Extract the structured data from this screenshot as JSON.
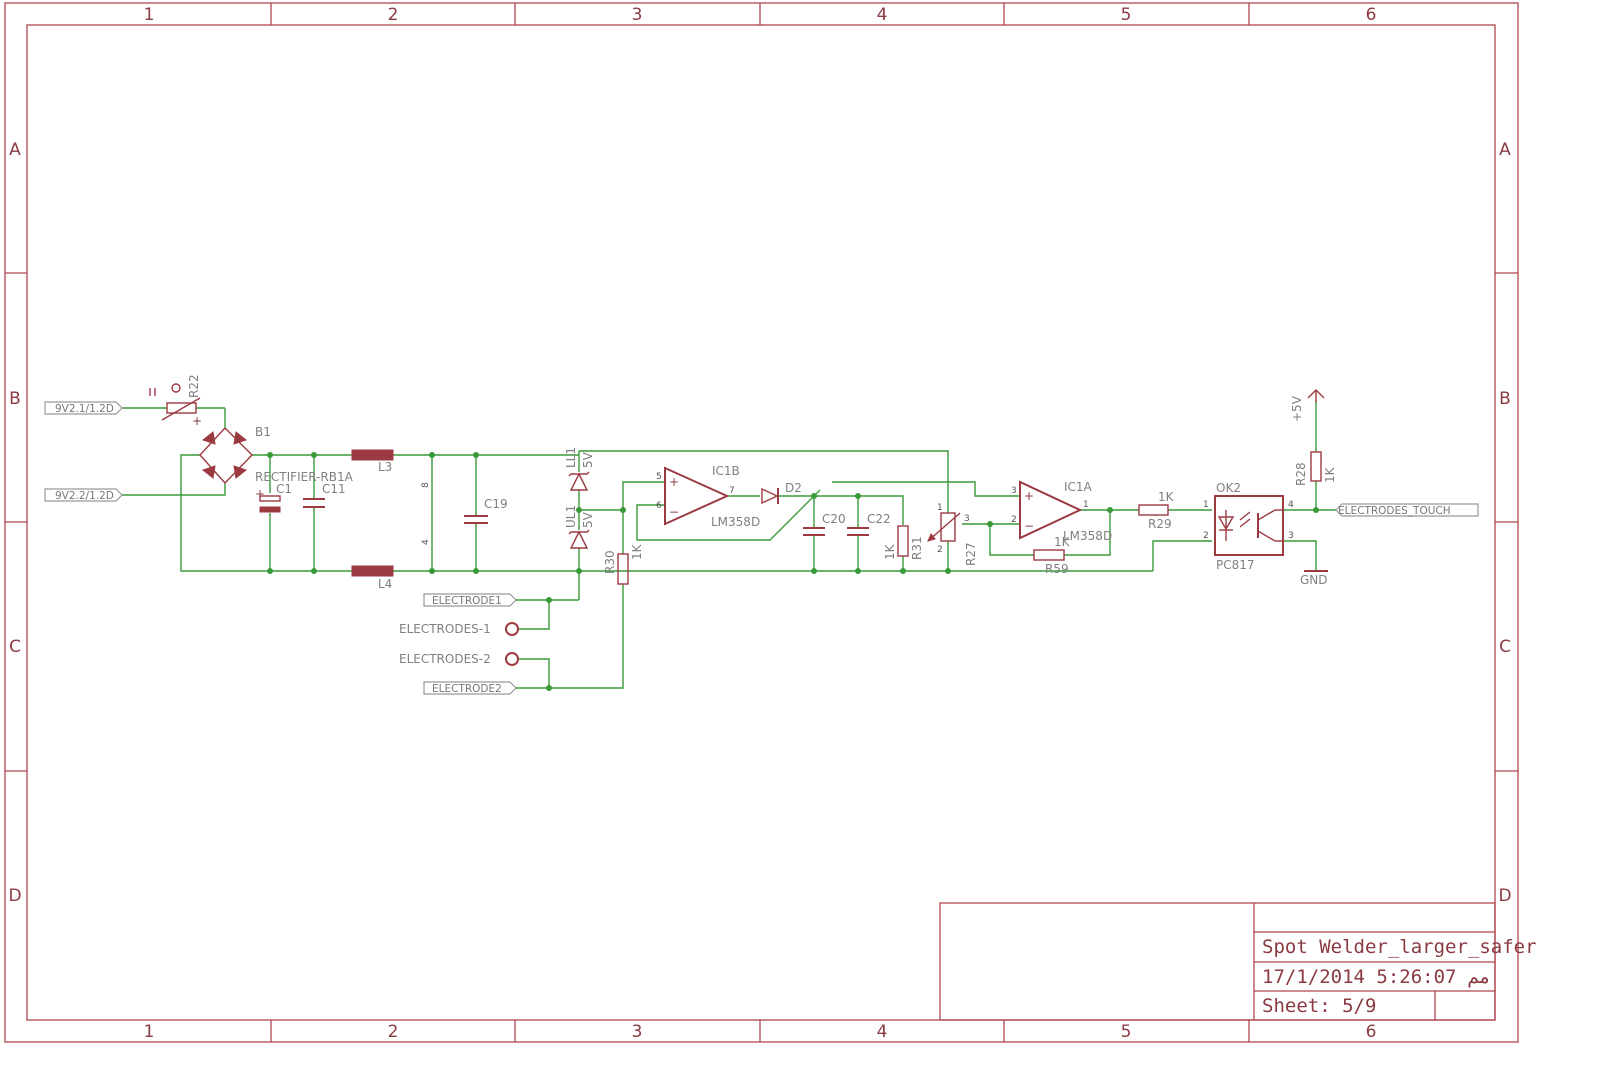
{
  "grid": {
    "columns": [
      "1",
      "2",
      "3",
      "4",
      "5",
      "6"
    ],
    "rows": [
      "A",
      "B",
      "C",
      "D"
    ]
  },
  "title_block": {
    "name": "Spot Welder_larger_safer",
    "date": "17/1/2014 5:26:07 مم",
    "sheet": "Sheet: 5/9"
  },
  "ports": {
    "p1": "9V2.1/1.2D",
    "p2": "9V2.2/1.2D",
    "electrode1": "ELECTRODE1",
    "electrode2": "ELECTRODE2",
    "touch": "ELECTRODES_TOUCH"
  },
  "labels": {
    "r22": "R22",
    "b1": "B1",
    "rect": "RECTIFIER-RB1A",
    "c1": "C1",
    "c11": "C11",
    "l3": "L3",
    "l4": "L4",
    "c19": "C19",
    "pin8": "8",
    "pin4": "4",
    "ll1": "LL1",
    "ul1": "UL1",
    "v5a": "5V",
    "v5b": "5V",
    "r30": "R30",
    "r30v": "1K",
    "ic1b": "IC1B",
    "lm1": "LM358D",
    "d2": "D2",
    "c20": "C20",
    "c22": "C22",
    "r31": "R31",
    "r31v": "1K",
    "r27": "R27",
    "ic1a": "IC1A",
    "lm2": "LM358D",
    "r59": "R59",
    "r59v": "1K",
    "r29": "R29",
    "r29v": "1K",
    "ok2": "OK2",
    "pc817": "PC817",
    "r28": "R28",
    "r28v": "1K",
    "p5v": "+5V",
    "gnd": "GND",
    "el1": "ELECTRODES-1",
    "el2": "ELECTRODES-2",
    "plus1": "+",
    "plus2": "+",
    "pin5": "5",
    "pin6": "6",
    "pin7": "7",
    "pin3": "3",
    "pin2": "2",
    "pin1": "1",
    "pin1b": "1",
    "pin3b": "3",
    "pin2b": "2",
    "ok1": "1",
    "ok2p": "2",
    "ok3": "3",
    "ok4": "4",
    "r27p1": "1",
    "r27p2": "2",
    "r27p3": "3",
    "opplus1": "+",
    "opminus1": "−",
    "opplus2": "+",
    "opminus2": "−"
  }
}
